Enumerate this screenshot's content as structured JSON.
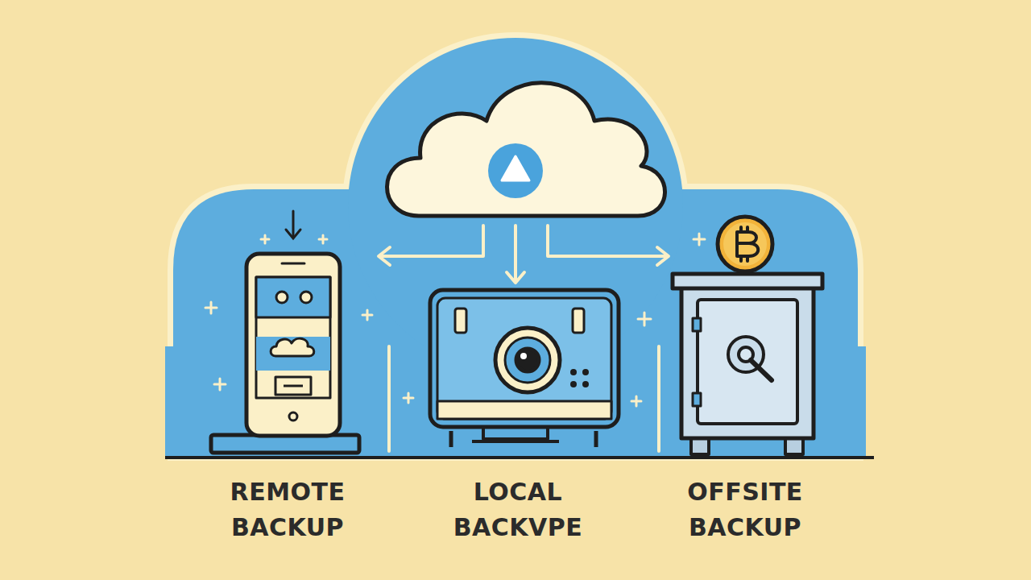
{
  "diagram": {
    "nodes": [
      {
        "text": [
          "REMOTE BACKUP"
        ]
      },
      {
        "text": [
          "LOCAL BACKVPE"
        ]
      },
      {
        "text": [
          "OFFSITE BACKUP"
        ]
      }
    ]
  }
}
